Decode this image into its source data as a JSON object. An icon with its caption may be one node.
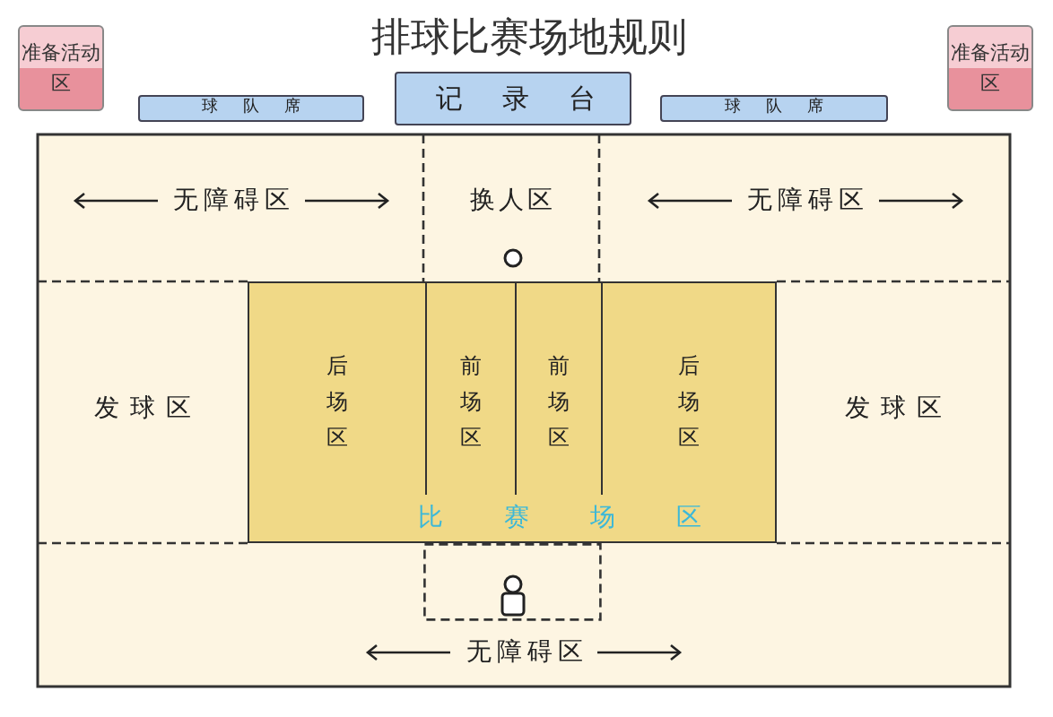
{
  "diagram": {
    "title": "排球比赛场地规则",
    "nodes": [
      {
        "text": [
          "准备活动区"
        ]
      },
      {
        "text": [
          "球队席"
        ]
      },
      {
        "text": [
          "记录台"
        ]
      },
      {
        "text": [
          "球队席"
        ]
      },
      {
        "text": [
          "准备活动区"
        ]
      },
      {
        "text": [
          "无障碍区"
        ]
      },
      {
        "text": [
          "换人区"
        ]
      },
      {
        "text": [
          "无障碍区"
        ]
      },
      {
        "text": [
          "发球区"
        ]
      },
      {
        "text": [
          "比赛场区"
        ]
      },
      {
        "text": [
          "后场区"
        ],
        "in": 9
      },
      {
        "text": [
          "前场区"
        ],
        "in": 9
      },
      {
        "text": [
          "前场区"
        ],
        "in": 9
      },
      {
        "text": [
          "后场区"
        ],
        "in": 9
      },
      {
        "text": [
          "发球区"
        ]
      },
      {
        "text": [
          "无障碍区"
        ]
      }
    ]
  }
}
